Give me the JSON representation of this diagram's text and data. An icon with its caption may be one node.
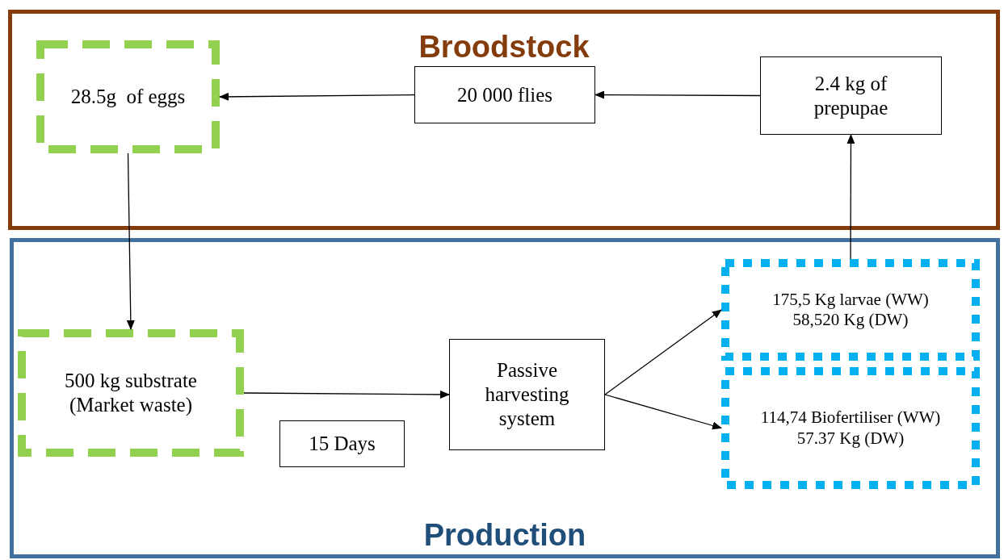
{
  "diagram": {
    "nodes": [
      {
        "text": [
          "Broodstock"
        ]
      },
      {
        "text": [
          "28.5g  of eggs"
        ],
        "in": 0
      },
      {
        "text": [
          "20 000 flies"
        ],
        "in": 0
      },
      {
        "text": [
          "2.4 kg of prepupae"
        ],
        "in": 0
      },
      {
        "text": [
          "Production"
        ]
      },
      {
        "text": [
          "500 kg substrate (Market waste)"
        ],
        "in": 4
      },
      {
        "text": [
          "15 Days"
        ],
        "in": 4
      },
      {
        "text": [
          "Passive harvesting system"
        ],
        "in": 4
      },
      {
        "text": [
          "175,5 Kg larvae (WW)",
          "58,520 Kg (DW)"
        ],
        "in": 4
      },
      {
        "text": [
          "114,74 Biofertiliser (WW)",
          "57.37 Kg (DW)"
        ],
        "in": 4
      }
    ],
    "edges": [
      {
        "from": 3,
        "to": 2,
        "arrow": "to"
      },
      {
        "from": 2,
        "to": 1,
        "arrow": "to"
      },
      {
        "from": 1,
        "to": 5,
        "arrow": "to"
      },
      {
        "from": 5,
        "to": 7,
        "arrow": "to"
      },
      {
        "from": 7,
        "to": 8,
        "arrow": "to"
      },
      {
        "from": 7,
        "to": 9,
        "arrow": "to"
      },
      {
        "from": 8,
        "to": 3,
        "arrow": "to"
      }
    ]
  }
}
